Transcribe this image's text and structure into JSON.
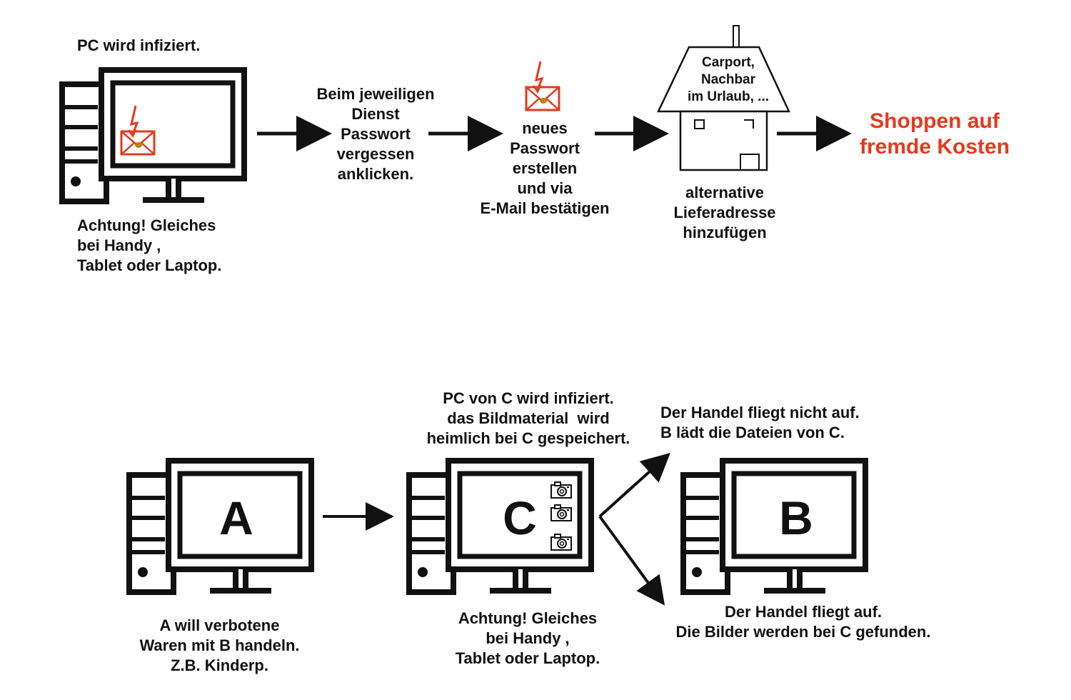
{
  "colors": {
    "accent": "#e43a1f",
    "ink": "#111111"
  },
  "top": {
    "pc_infected": "PC wird infiziert.",
    "warning": "Achtung! Gleiches\nbei Handy ,\nTablet oder Laptop.",
    "step1": "Beim jeweiligen\nDienst\nPasswort\nvergessen\nanklicken.",
    "step2": "neues\nPasswort\nerstellen\nund via\nE-Mail bestätigen",
    "house_label": "Carport,\nNachbar\nim Urlaub, ...",
    "step3": "alternative\nLieferadresse\nhinzufügen",
    "result": "Shoppen auf\nfremde Kosten"
  },
  "bottom": {
    "pc_a_letter": "A",
    "pc_c_letter": "C",
    "pc_b_letter": "B",
    "a_caption": "A will verbotene\nWaren mit B handeln.\nZ.B. Kinderp.",
    "c_top_caption": "PC von C wird infiziert.\ndas Bildmaterial  wird\nheimlich bei C gespeichert.",
    "c_warning": "Achtung! Gleiches\nbei Handy ,\nTablet oder Laptop.",
    "not_caught": "Der Handel fliegt nicht auf.\nB lädt die Dateien von C.",
    "caught": "Der Handel fliegt auf.\nDie Bilder werden bei C gefunden."
  }
}
